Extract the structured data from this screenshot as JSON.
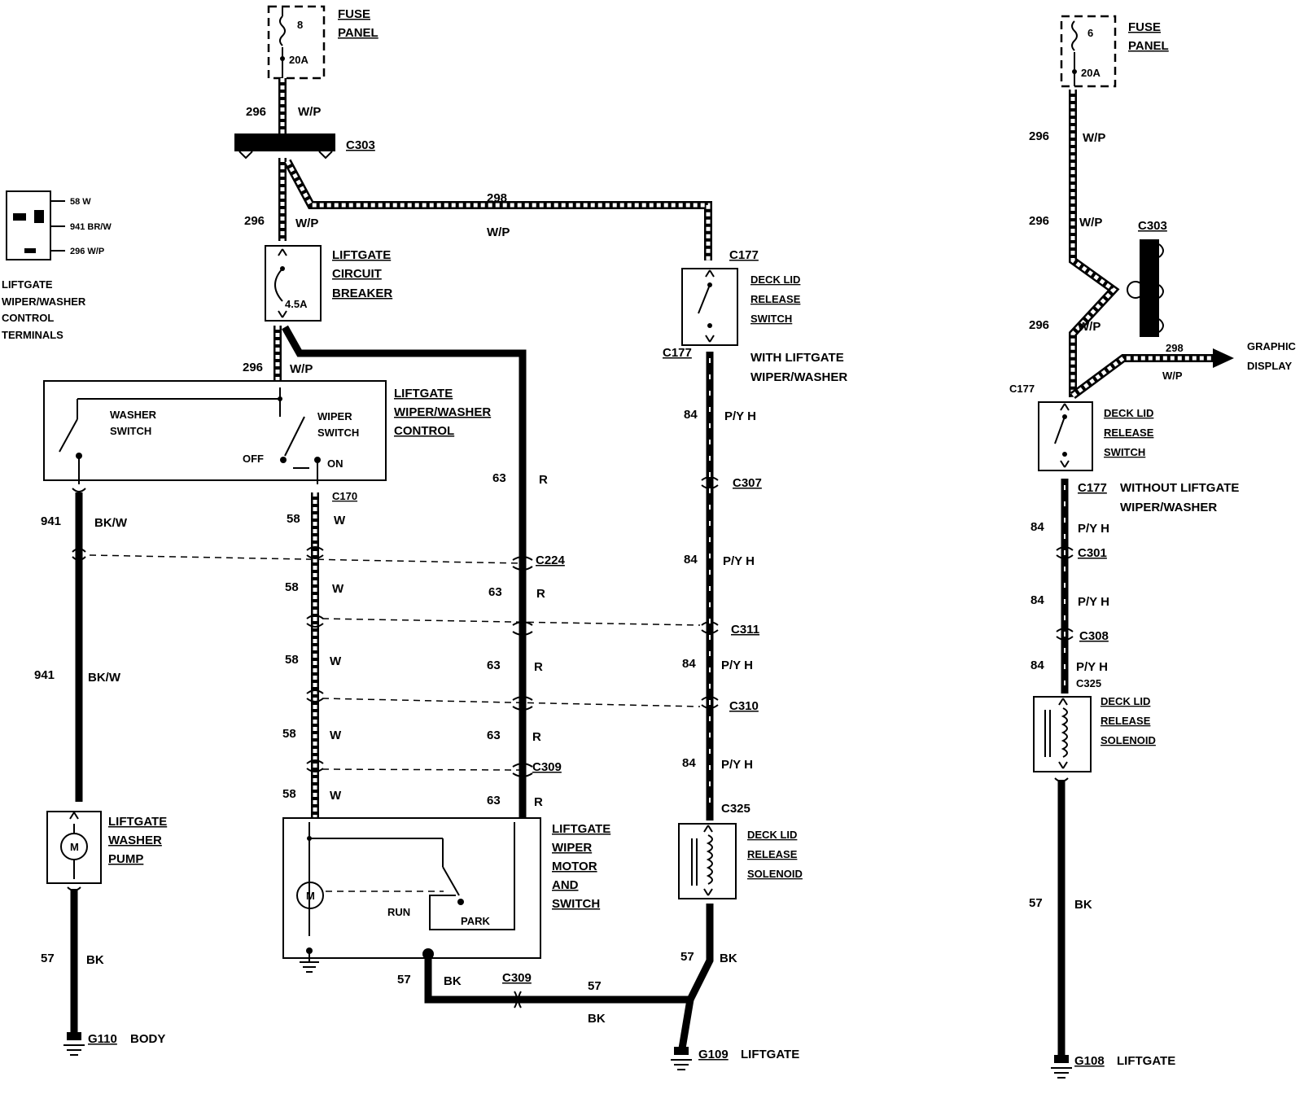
{
  "left": {
    "fuse_panel": [
      "FUSE",
      "PANEL"
    ],
    "fuse_num": "8",
    "fuse_amp": "20A",
    "w296a": "296",
    "wp_a": "W/P",
    "c303": "C303",
    "w296b": "296",
    "wp_b": "W/P",
    "w298": "298",
    "wp_298": "W/P",
    "terminals": [
      "58 W",
      "941 BR/W",
      "296 W/P"
    ],
    "terminals_title": [
      "LIFTGATE",
      "WIPER/WASHER",
      "CONTROL",
      "TERMINALS"
    ],
    "breaker": [
      "LIFTGATE",
      "CIRCUIT",
      "BREAKER"
    ],
    "breaker_amp": "4.5A",
    "w296c": "296",
    "wp_c": "W/P",
    "control": [
      "LIFTGATE",
      "WIPER/WASHER",
      "CONTROL"
    ],
    "washer_switch": [
      "WASHER",
      "SWITCH"
    ],
    "wiper_switch": [
      "WIPER",
      "SWITCH"
    ],
    "off": "OFF",
    "on": "ON",
    "c170": "C170",
    "w941": "941",
    "bkw": "BK/W",
    "w58": "58",
    "w": "W",
    "w63": "63",
    "r": "R",
    "c224": "C224",
    "c309": "C309",
    "pump": [
      "LIFTGATE",
      "WASHER",
      "PUMP"
    ],
    "motor": [
      "LIFTGATE",
      "WIPER",
      "MOTOR",
      "AND",
      "SWITCH"
    ],
    "m": "M",
    "run": "RUN",
    "park": "PARK",
    "w57": "57",
    "bk": "BK",
    "g110": "G110",
    "body": "BODY",
    "c177": "C177",
    "deck_switch": [
      "DECK LID",
      "RELEASE",
      "SWITCH"
    ],
    "with_liftgate": [
      "WITH LIFTGATE",
      "WIPER/WASHER"
    ],
    "w84": "84",
    "pyh": "P/Y H",
    "c307": "C307",
    "c311": "C311",
    "c310": "C310",
    "c325": "C325",
    "solenoid": [
      "DECK LID",
      "RELEASE",
      "SOLENOID"
    ],
    "g109": "G109",
    "liftgate": "LIFTGATE"
  },
  "right": {
    "fuse_panel": [
      "FUSE",
      "PANEL"
    ],
    "fuse_num": "6",
    "fuse_amp": "20A",
    "w296": "296",
    "wp": "W/P",
    "c303": "C303",
    "w298": "298",
    "graphic_display": [
      "GRAPHIC",
      "DISPLAY"
    ],
    "c177": "C177",
    "deck_switch": [
      "DECK LID",
      "RELEASE",
      "SWITCH"
    ],
    "without_liftgate": [
      "WITHOUT LIFTGATE",
      "WIPER/WASHER"
    ],
    "w84": "84",
    "pyh": "P/Y H",
    "c301": "C301",
    "c308": "C308",
    "c325": "C325",
    "solenoid": [
      "DECK LID",
      "RELEASE",
      "SOLENOID"
    ],
    "w57": "57",
    "bk": "BK",
    "g108": "G108",
    "liftgate": "LIFTGATE"
  }
}
